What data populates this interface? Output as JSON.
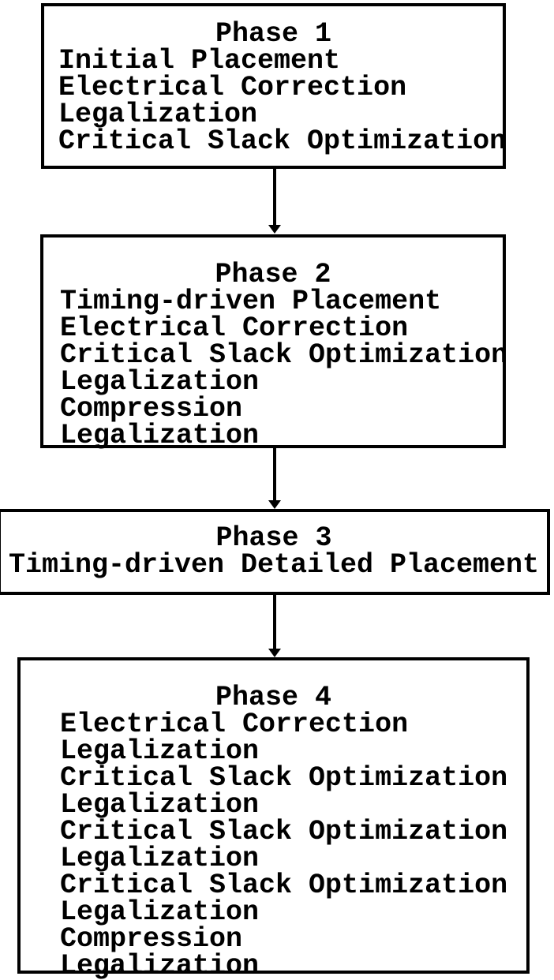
{
  "diagram": {
    "title": "Placement flow phases",
    "colors": {
      "background": "#ffffff",
      "border": "#000000",
      "text": "#000000"
    },
    "phases": [
      {
        "title": "Phase 1",
        "steps": [
          "Initial Placement",
          "Electrical Correction",
          "Legalization",
          "Critical Slack Optimization"
        ]
      },
      {
        "title": "Phase 2",
        "steps": [
          "Timing-driven Placement",
          "Electrical Correction",
          "Critical Slack Optimization",
          "Legalization",
          "Compression",
          "Legalization"
        ]
      },
      {
        "title": "Phase 3",
        "steps": [
          "Timing-driven Detailed Placement"
        ]
      },
      {
        "title": "Phase 4",
        "steps": [
          "Electrical Correction",
          "Legalization",
          "Critical Slack Optimization",
          "Legalization",
          "Critical Slack Optimization",
          "Legalization",
          "Critical Slack Optimization",
          "Legalization",
          "Compression",
          "Legalization"
        ]
      }
    ]
  }
}
